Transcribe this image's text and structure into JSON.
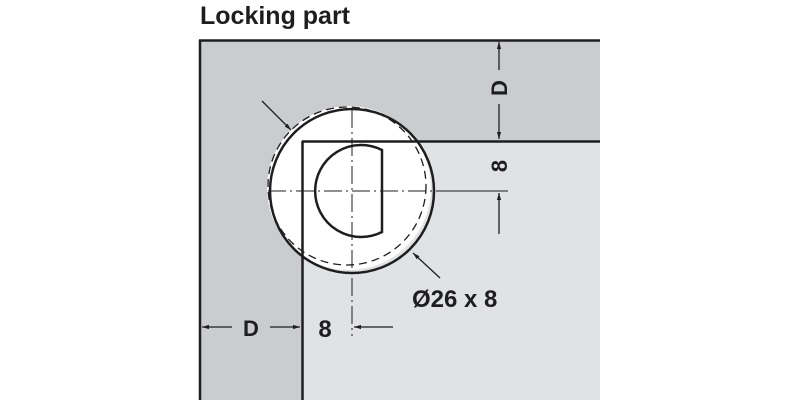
{
  "title": "Locking part",
  "labels": {
    "top_depth": "D",
    "right_offset": "8",
    "diameter": "Ø26 x 8",
    "left_depth": "D",
    "bottom_offset": "8"
  },
  "colors": {
    "outer_panel": "#cbcccd",
    "inner_panel": "#e1e2e3",
    "line": "#1e1e20",
    "hole": "#ffffff"
  }
}
